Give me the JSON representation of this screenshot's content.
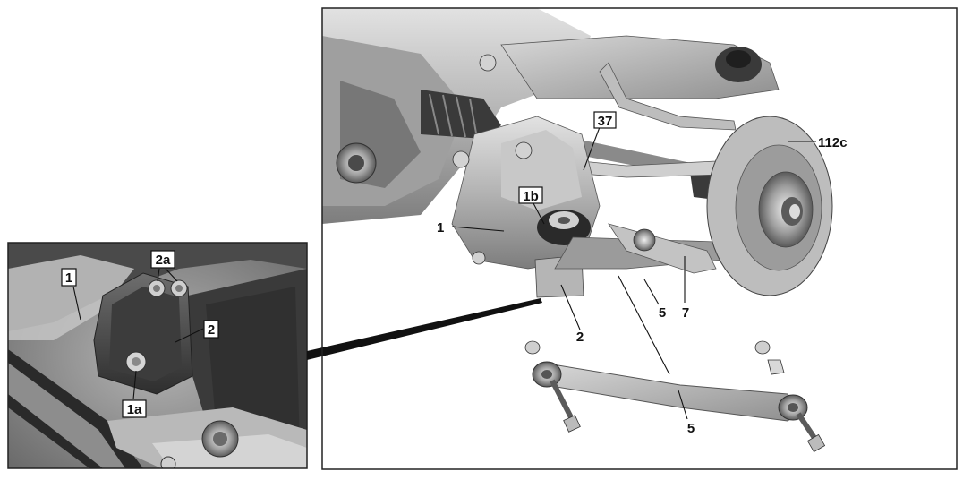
{
  "inset_callouts": [
    {
      "id": "inset-1",
      "text": "1"
    },
    {
      "id": "inset-2a",
      "text": "2a"
    },
    {
      "id": "inset-2",
      "text": "2"
    },
    {
      "id": "inset-1a",
      "text": "1a"
    }
  ],
  "main_callouts": [
    {
      "id": "main-37",
      "text": "37"
    },
    {
      "id": "main-112c",
      "text": "112c"
    },
    {
      "id": "main-1b",
      "text": "1b"
    },
    {
      "id": "main-1",
      "text": "1"
    },
    {
      "id": "main-2",
      "text": "2"
    },
    {
      "id": "main-5",
      "text": "5"
    },
    {
      "id": "main-7",
      "text": "7"
    },
    {
      "id": "main-5-lower",
      "text": "5"
    }
  ],
  "colors": {
    "frame": "#222222",
    "inset_bg": "#9a9a9a",
    "metal_light": "#c9c9c9",
    "metal_mid": "#a8a8a8",
    "metal_dark": "#5a5a5a"
  }
}
